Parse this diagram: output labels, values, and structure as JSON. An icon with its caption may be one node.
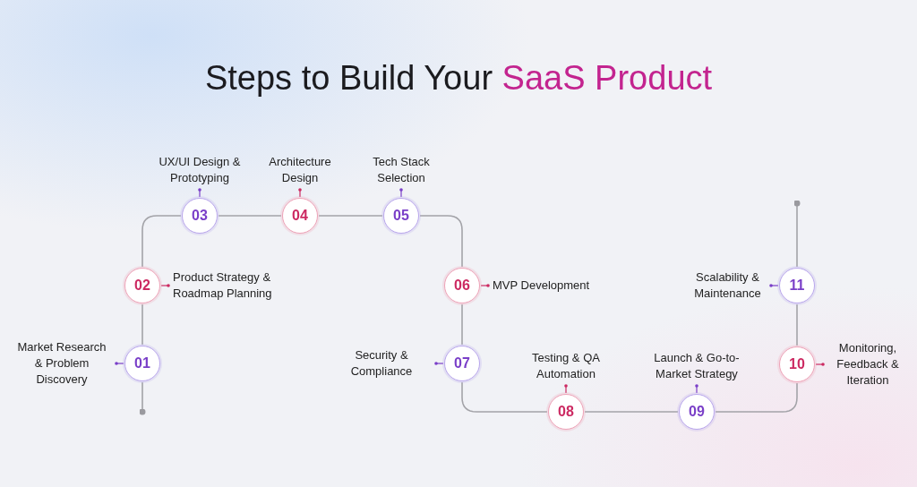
{
  "diagram": {
    "title": "Steps to Build Your **SaaS Product**",
    "nodes": [
      {
        "text": [
          "01"
        ],
        "beside": [
          "Market Research & Problem Discovery"
        ]
      },
      {
        "text": [
          "02"
        ],
        "beside": [
          "Product Strategy & Roadmap Planning"
        ]
      },
      {
        "text": [
          "03"
        ],
        "beside": [
          "UX/UI Design & Prototyping"
        ]
      },
      {
        "text": [
          "04"
        ],
        "beside": [
          "Architecture Design"
        ]
      },
      {
        "text": [
          "05"
        ],
        "beside": [
          "Tech Stack Selection"
        ]
      },
      {
        "text": [
          "06"
        ],
        "beside": [
          "MVP Development"
        ]
      },
      {
        "text": [
          "07"
        ],
        "beside": [
          "Security & Compliance"
        ]
      },
      {
        "text": [
          "08"
        ],
        "beside": [
          "Testing & QA Automation"
        ]
      },
      {
        "text": [
          "09"
        ],
        "beside": [
          "Launch & Go-to-Market Strategy"
        ]
      },
      {
        "text": [
          "10"
        ],
        "beside": [
          "Monitoring, Feedback & Iteration"
        ]
      },
      {
        "text": [
          "11"
        ],
        "beside": [
          "Scalability & Maintenance"
        ]
      }
    ],
    "edges": [
      {
        "from": null,
        "to": 0,
        "arrow": "other"
      },
      {
        "from": 0,
        "to": 1,
        "arrow": "none"
      },
      {
        "from": 1,
        "to": 2,
        "arrow": "none"
      },
      {
        "from": 2,
        "to": 3,
        "arrow": "none"
      },
      {
        "from": 3,
        "to": 4,
        "arrow": "none"
      },
      {
        "from": 4,
        "to": 5,
        "arrow": "none"
      },
      {
        "from": 5,
        "to": 6,
        "arrow": "none"
      },
      {
        "from": 6,
        "to": 7,
        "arrow": "none"
      },
      {
        "from": 7,
        "to": 8,
        "arrow": "none"
      },
      {
        "from": 8,
        "to": 9,
        "arrow": "none"
      },
      {
        "from": 9,
        "to": 10,
        "arrow": "none"
      },
      {
        "from": 10,
        "to": null,
        "arrow": "other"
      }
    ]
  }
}
